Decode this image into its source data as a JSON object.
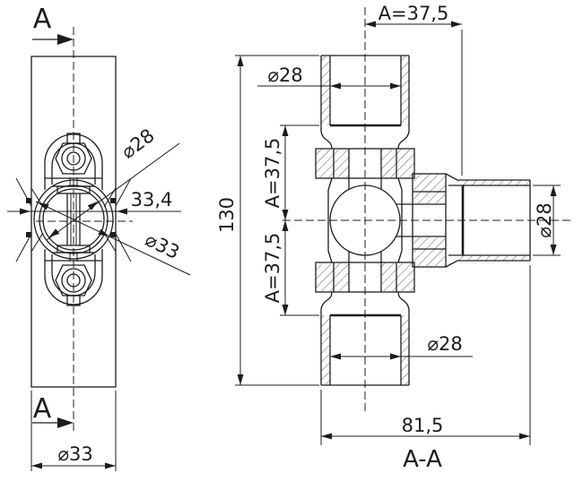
{
  "title": "pipe-fitting-technical-drawing",
  "colors": {
    "line": "#1c1c1c",
    "background": "#ffffff"
  },
  "left_view": {
    "section_arrow_top": "A",
    "section_arrow_bottom": "A",
    "dim_inner_diameter": "⌀28",
    "dim_width_across": "33,4",
    "dim_outer_diameter": "⌀33",
    "dim_body_diameter": "⌀33"
  },
  "section_view": {
    "label": "A-A",
    "dim_insertion_top": "A=37,5",
    "dim_bore_top": "⌀28",
    "dim_overall_height": "130",
    "dim_insertion_upper": "A=37,5",
    "dim_insertion_lower": "A=37,5",
    "dim_bore_right": "⌀28",
    "dim_bore_bottom": "⌀28",
    "dim_overall_length": "81,5"
  }
}
